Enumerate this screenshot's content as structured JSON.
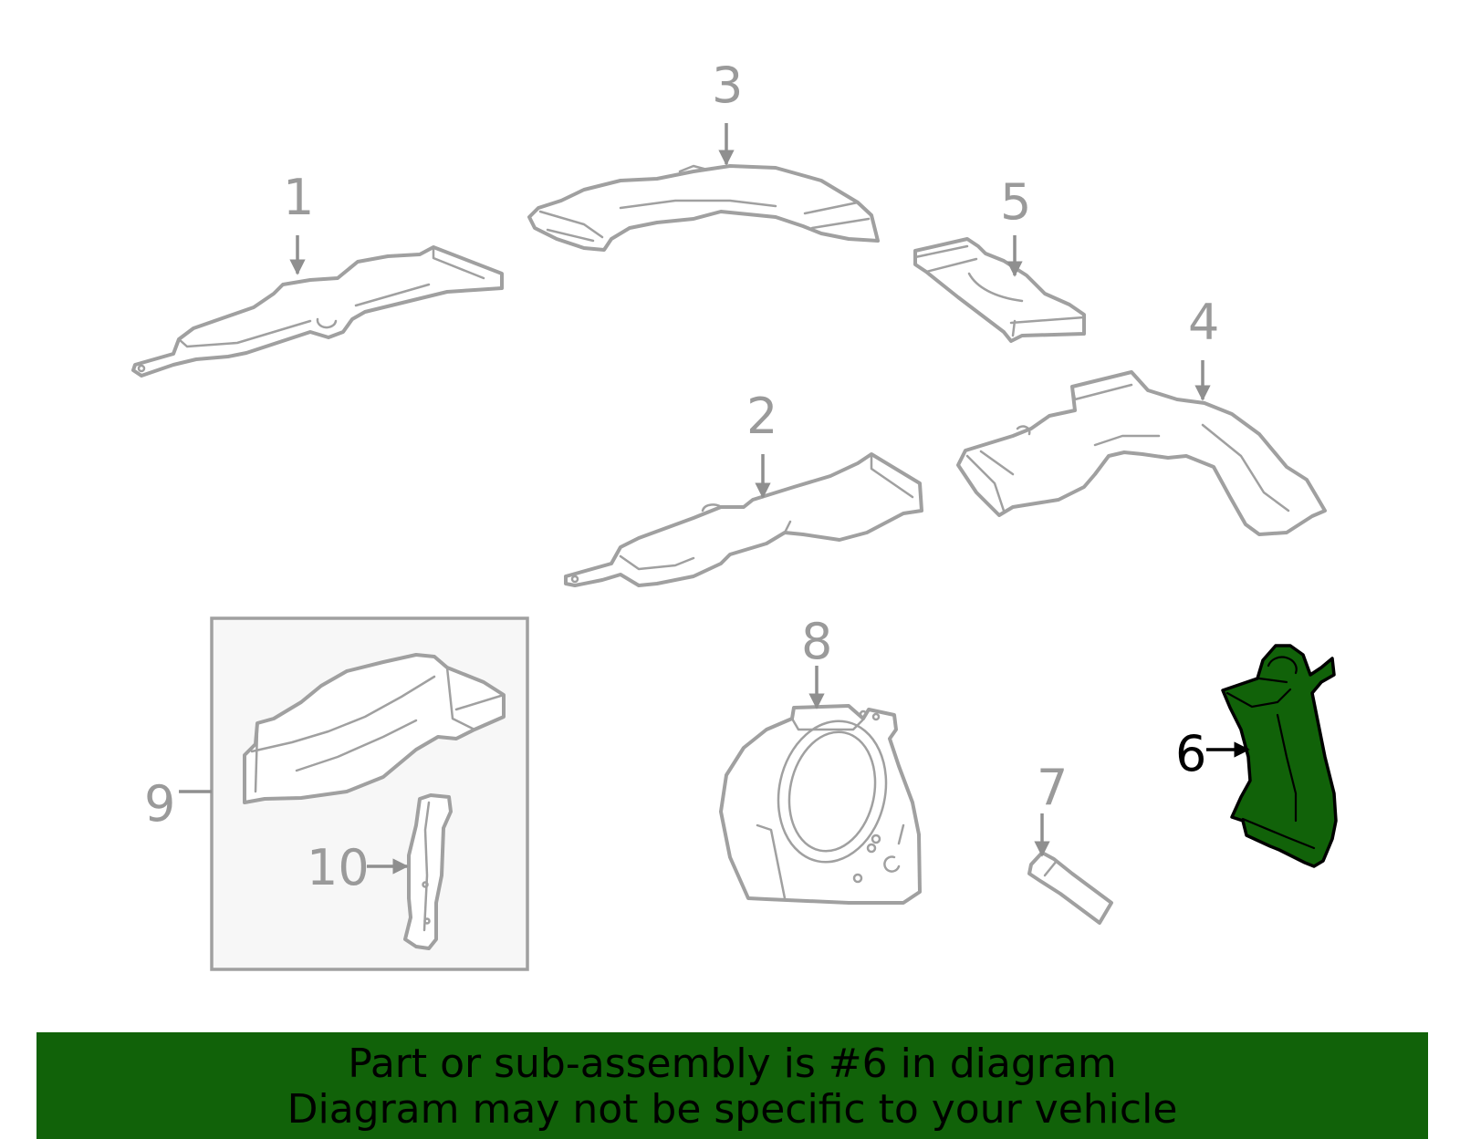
{
  "callouts": {
    "c1": "1",
    "c2": "2",
    "c3": "3",
    "c4": "4",
    "c5": "5",
    "c6": "6",
    "c7": "7",
    "c8": "8",
    "c9": "9",
    "c10": "10"
  },
  "highlighted_part": "6",
  "colors": {
    "highlight": "#116209",
    "line_gray": "#a0a0a0",
    "box_fill": "#f7f7f7"
  },
  "banner": {
    "line1": "Part or sub-assembly is #6 in diagram",
    "line2": "Diagram may not be specific to your vehicle"
  }
}
